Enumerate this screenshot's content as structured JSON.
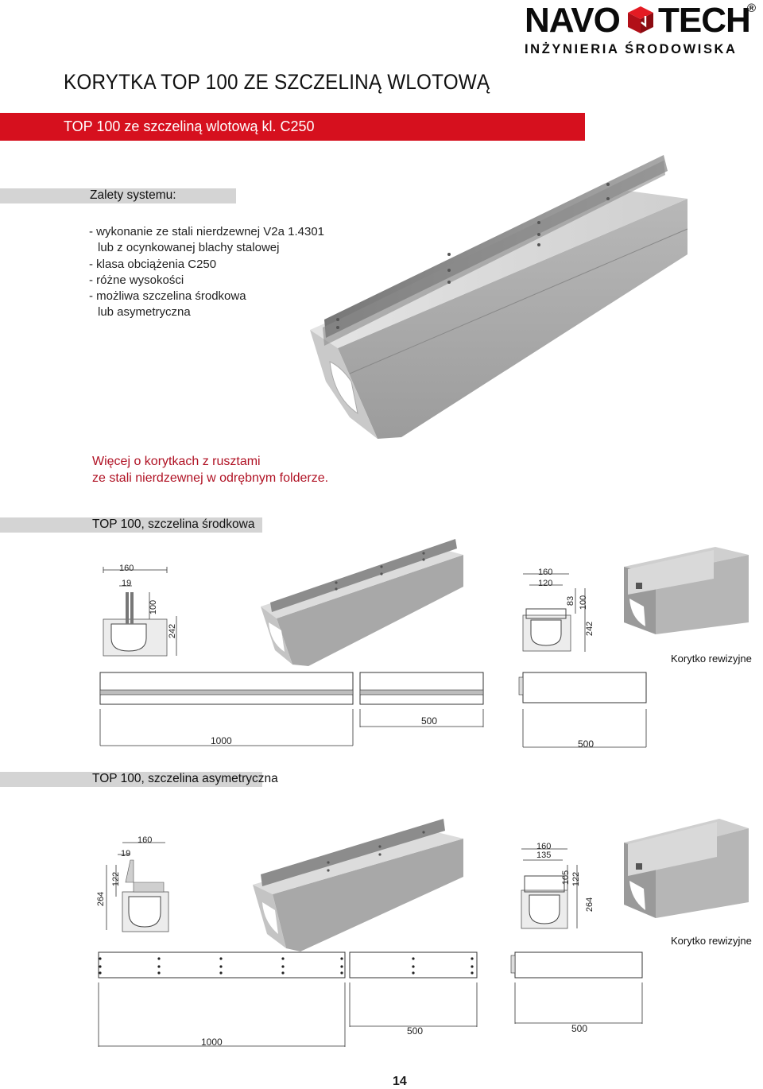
{
  "logo": {
    "left_word": "NAVO",
    "right_word": "TECH",
    "registered": "®",
    "tagline": "INŻYNIERIA ŚRODOWISKA"
  },
  "page_title": "KORYTKA TOP 100 ZE SZCZELINĄ WLOTOWĄ",
  "subtitle_bar": "TOP 100 ze szczeliną wlotową kl. C250",
  "advantages": {
    "heading": "Zalety systemu:",
    "lines": [
      "- wykonanie ze stali nierdzewnej V2a 1.4301",
      "  lub z ocynkowanej blachy stalowej",
      "- klasa obciążenia C250",
      "- różne wysokości",
      "- możliwa szczelina środkowa",
      "  lub asymetryczna"
    ]
  },
  "more_info": [
    "Więcej o korytkach z rusztami",
    "ze stali nierdzewnej w odrębnym folderze."
  ],
  "section_center": {
    "heading": "TOP 100, szczelina środkowa",
    "profile_dims": {
      "width": "160",
      "slot": "19",
      "height_top": "100",
      "height_total": "242"
    },
    "inspection_dims": {
      "width": "160",
      "inner": "120",
      "h1": "83",
      "h2": "100",
      "h_total": "242"
    },
    "caption": "Korytko rewizyjne",
    "lengths": {
      "main": "1000",
      "half": "500",
      "inspection": "500"
    }
  },
  "section_asym": {
    "heading": "TOP 100, szczelina asymetryczna",
    "profile_dims": {
      "width": "160",
      "slot": "19",
      "height_top": "122",
      "height_total": "264"
    },
    "inspection_dims": {
      "width": "160",
      "inner": "135",
      "h1": "105",
      "h2": "122",
      "h_total": "264"
    },
    "caption": "Korytko rewizyjne",
    "lengths": {
      "main": "1000",
      "half": "500",
      "inspection": "500"
    }
  },
  "page_number": "14",
  "colors": {
    "brand_red": "#d6101e",
    "bar_grey": "#d4d4d4",
    "link_red": "#b01224"
  }
}
